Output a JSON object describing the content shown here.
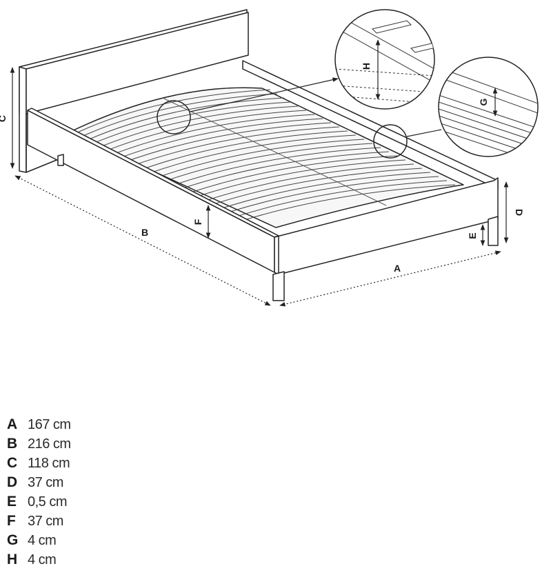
{
  "diagram": {
    "labels": {
      "A": "A",
      "B": "B",
      "C": "C",
      "D": "D",
      "E": "E",
      "F": "F",
      "G": "G",
      "H": "H"
    }
  },
  "legend": [
    {
      "letter": "A",
      "value": "167 cm"
    },
    {
      "letter": "B",
      "value": "216 cm"
    },
    {
      "letter": "C",
      "value": "118 cm"
    },
    {
      "letter": "D",
      "value": "37 cm"
    },
    {
      "letter": "E",
      "value": "0,5 cm"
    },
    {
      "letter": "F",
      "value": "37 cm"
    },
    {
      "letter": "G",
      "value": "4 cm"
    },
    {
      "letter": "H",
      "value": "4 cm"
    }
  ]
}
